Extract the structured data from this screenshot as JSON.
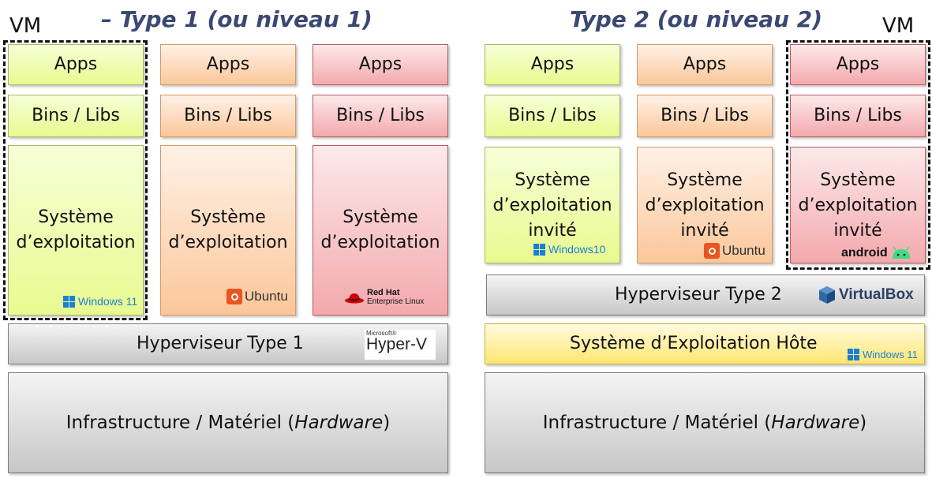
{
  "left": {
    "title": "– Type 1 (ou niveau 1)",
    "vm_label": "VM",
    "columns": [
      {
        "apps": "Apps",
        "libs": "Bins / Libs",
        "os_line1": "Système",
        "os_line2": "d’exploitation",
        "logo": "Windows 11",
        "color": "#e9f98f"
      },
      {
        "apps": "Apps",
        "libs": "Bins / Libs",
        "os_line1": "Système",
        "os_line2": "d’exploitation",
        "logo": "Ubuntu",
        "color": "#fbc79a"
      },
      {
        "apps": "Apps",
        "libs": "Bins / Libs",
        "os_line1": "Système",
        "os_line2": "d’exploitation",
        "logo_line1": "Red Hat",
        "logo_line2": "Enterprise Linux",
        "color": "#f3a9ad"
      }
    ],
    "hypervisor": "Hyperviseur Type 1",
    "hypervisor_logo_small": "Microsoft®",
    "hypervisor_logo": "Hyper-V",
    "infra_prefix": "Infrastructure / Matériel (",
    "infra_italic": "Hardware",
    "infra_suffix": ")"
  },
  "right": {
    "title": "Type 2 (ou niveau 2)",
    "vm_label": "VM",
    "columns": [
      {
        "apps": "Apps",
        "libs": "Bins / Libs",
        "os_line1": "Système",
        "os_line2": "d’exploitation",
        "os_line3": "invité",
        "logo": "Windows10"
      },
      {
        "apps": "Apps",
        "libs": "Bins / Libs",
        "os_line1": "Système",
        "os_line2": "d’exploitation",
        "os_line3": "invité",
        "logo": "Ubuntu"
      },
      {
        "apps": "Apps",
        "libs": "Bins / Libs",
        "os_line1": "Système",
        "os_line2": "d’exploitation",
        "os_line3": "invité",
        "logo": "android"
      }
    ],
    "hypervisor": "Hyperviseur Type 2",
    "hypervisor_logo": "VirtualBox",
    "host_os": "Système d’Exploitation Hôte",
    "host_logo": "Windows 11",
    "infra_prefix": "Infrastructure / Matériel (",
    "infra_italic": "Hardware",
    "infra_suffix": ")"
  },
  "colors": {
    "title": "#3b4873",
    "windows_blue": "#1a7fd6",
    "ubuntu_orange": "#e95420",
    "redhat_red": "#cc0000",
    "android_green": "#3ddc84"
  }
}
